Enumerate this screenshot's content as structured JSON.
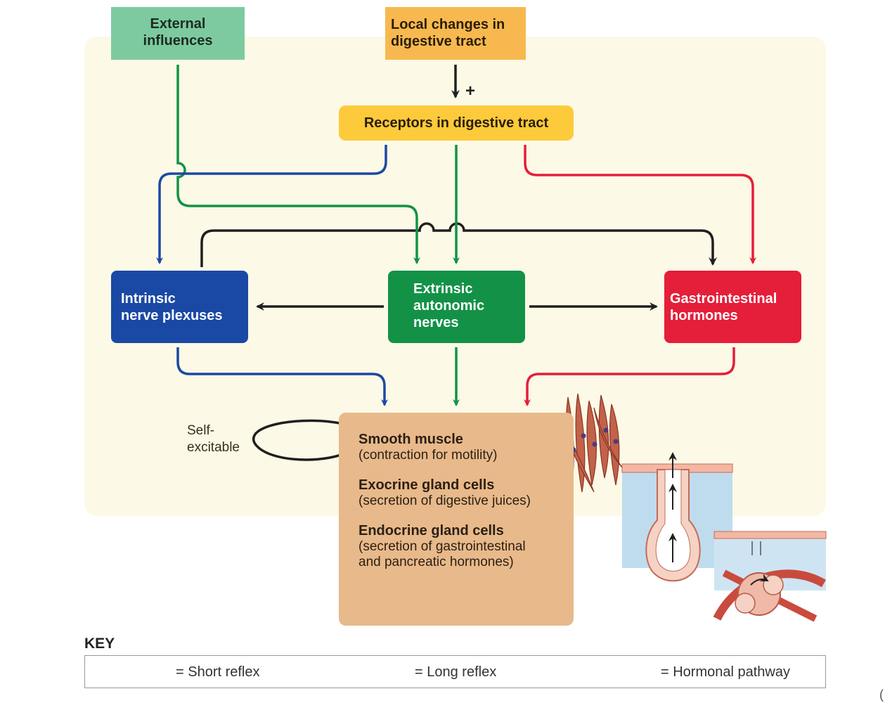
{
  "boxes": {
    "external": [
      "External",
      "influences"
    ],
    "local": [
      "Local changes in",
      "digestive tract"
    ],
    "receptors": "Receptors in digestive tract",
    "intrinsic": [
      "Intrinsic",
      "nerve plexuses"
    ],
    "extrinsic": [
      "Extrinsic",
      "autonomic",
      "nerves"
    ],
    "gi": [
      "Gastrointestinal",
      "hormones"
    ]
  },
  "plus_sign": "+",
  "self_excitable": [
    "Self-",
    "excitable"
  ],
  "effectors": [
    {
      "title": "Smooth muscle",
      "desc": [
        "(contraction for motility)"
      ]
    },
    {
      "title": "Exocrine gland cells",
      "desc": [
        "(secretion of digestive juices)"
      ]
    },
    {
      "title": "Endocrine gland cells",
      "desc": [
        "(secretion of gastrointestinal",
        "and pancreatic hormones)"
      ]
    }
  ],
  "key": {
    "title": "KEY",
    "short": "= Short reflex",
    "long": "= Long reflex",
    "hormonal": "= Hormonal pathway"
  },
  "edge_mark": "(",
  "colors": {
    "short_reflex": "#1a49a5",
    "long_reflex": "#139247",
    "hormonal": "#e51e3a",
    "neutral": "#1f1f1f"
  }
}
